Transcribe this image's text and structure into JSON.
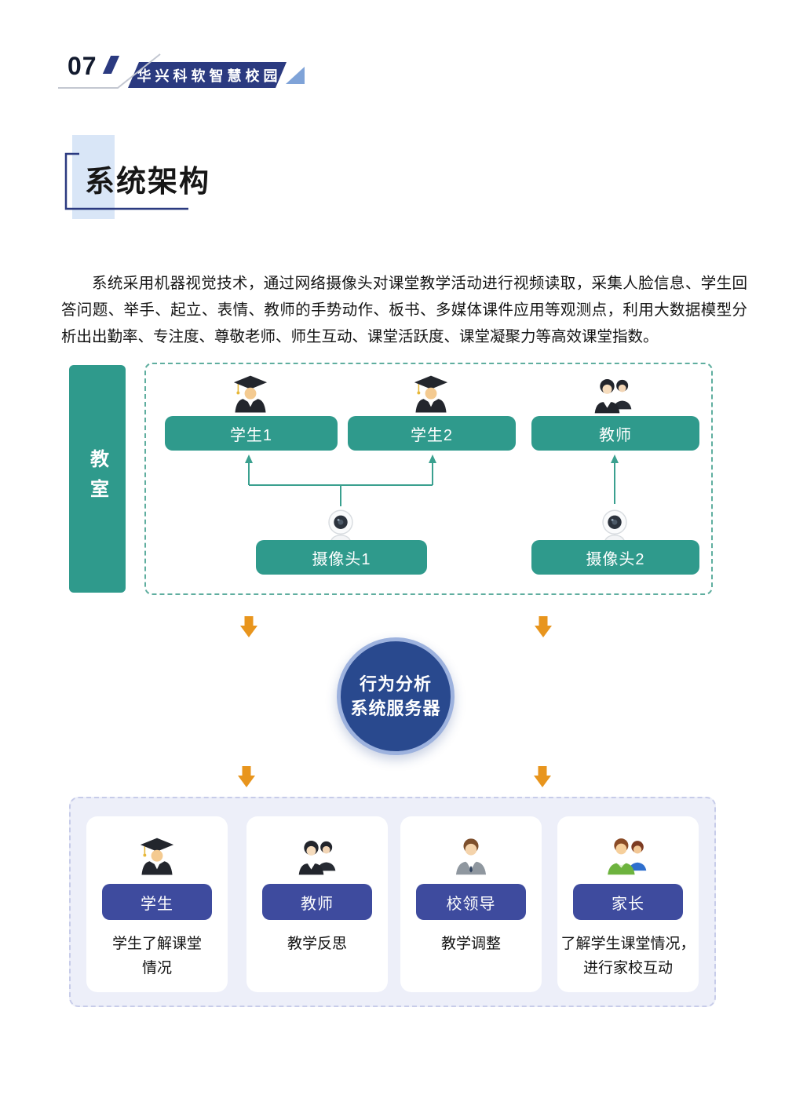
{
  "header": {
    "page_number": "07",
    "brand": "华兴科软智慧校园"
  },
  "section_title": "系统架构",
  "intro": "系统采用机器视觉技术，通过网络摄像头对课堂教学活动进行视频读取，采集人脸信息、学生回答问题、举手、起立、表情、教师的手势动作、板书、多媒体课件应用等观测点，利用大数据模型分析出出勤率、专注度、尊敬老师、师生互动、课堂活跃度、课堂凝聚力等高效课堂指数。",
  "diagram": {
    "classroom_label": "教室",
    "nodes": [
      {
        "label": "学生1",
        "icon": "graduate-icon"
      },
      {
        "label": "学生2",
        "icon": "graduate-icon"
      },
      {
        "label": "教师",
        "icon": "teacher-icon"
      }
    ],
    "cameras": [
      {
        "label": "摄像头1",
        "icon": "camera-icon"
      },
      {
        "label": "摄像头2",
        "icon": "camera-icon"
      }
    ],
    "server_label": [
      "行为分析",
      "系统服务器"
    ],
    "outputs": [
      {
        "role": "学生",
        "icon": "graduate-icon",
        "desc": [
          "学生了解课堂",
          "情况"
        ]
      },
      {
        "role": "教师",
        "icon": "teacher-icon",
        "desc": [
          "教学反思"
        ]
      },
      {
        "role": "校领导",
        "icon": "principal-icon",
        "desc": [
          "教学调整"
        ]
      },
      {
        "role": "家长",
        "icon": "parents-icon",
        "desc": [
          "了解学生课堂情况，",
          "进行家校互动"
        ]
      }
    ]
  },
  "colors": {
    "teal": "#2f9a8c",
    "teal_dashed_border": "#5fae9f",
    "navy_banner": "#2b3a80",
    "light_blue_accent": "#d9e6f7",
    "light_blue_triangle": "#7fa3d8",
    "orange_arrow": "#e8951d",
    "server_fill": "#29498e",
    "server_ring": "#9db2de",
    "indigo_button": "#3e4b9e",
    "panel_bg": "#edeff9",
    "panel_border": "#c7cce9"
  }
}
